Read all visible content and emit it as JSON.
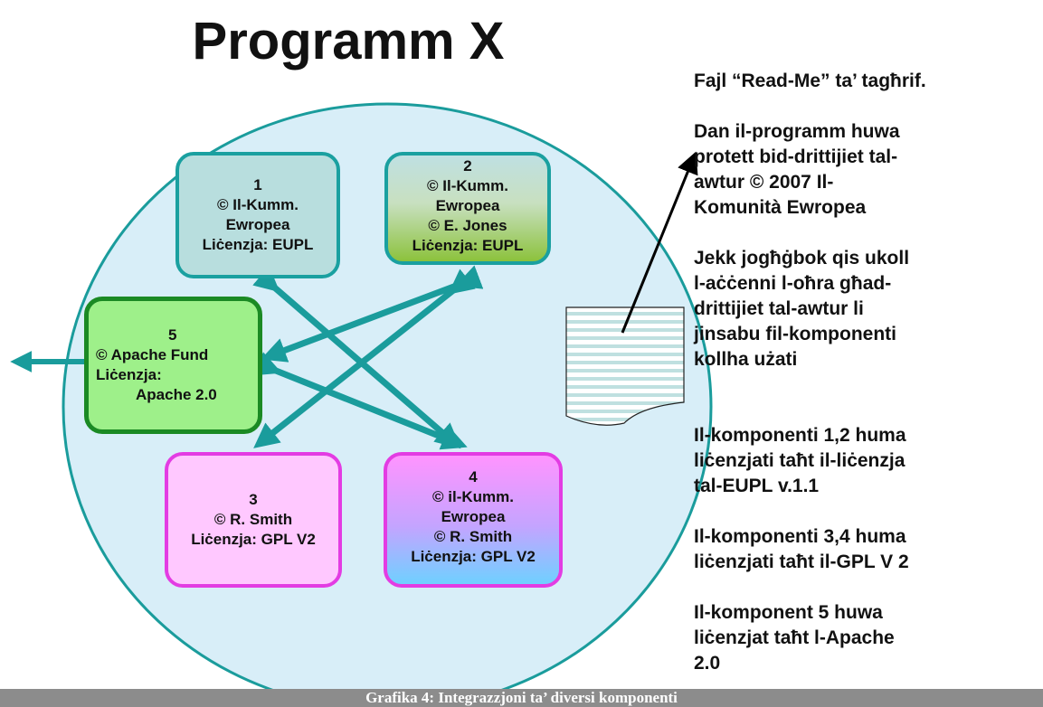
{
  "title": "Programm X",
  "boxes": {
    "b1": {
      "num": "1",
      "l1": "© Il-Kumm.",
      "l2": "Ewropea",
      "l3": "Liċenzja: EUPL"
    },
    "b2": {
      "num": "2",
      "l1": "© Il-Kumm.",
      "l2": "Ewropea",
      "l3": "© E. Jones",
      "l4": "Liċenzja: EUPL"
    },
    "b3": {
      "num": "3",
      "l1": "© R. Smith",
      "l2": "Liċenzja: GPL V2"
    },
    "b4": {
      "num": "4",
      "l1": "© il-Kumm.",
      "l2": "Ewropea",
      "l3": "© R. Smith",
      "l4": "Liċenzja: GPL V2"
    },
    "b5": {
      "num": "5",
      "l1": "© Apache Fund",
      "l2": "Liċenzja:",
      "l3": "Apache 2.0"
    }
  },
  "readme": {
    "heading": "Fajl “Read-Me” ta’ tagħrif.",
    "p1": "Dan il-programm huwa protett bid-drittijiet tal-awtur © 2007 Il-Komunità Ewropea",
    "p2": "Jekk jogħġbok qis ukoll l-aċċenni l-oħra għad-drittijiet tal-awtur li jinsabu fil-komponenti kollha użati",
    "p3": "Il-komponenti 1,2 huma liċenzjati taħt il-liċenzja tal-EUPL v.1.1",
    "p4": "Il-komponenti 3,4 huma liċenzjati taħt il-GPL V 2",
    "p5": "Il-komponent 5 huwa liċenzjat taħt l-Apache 2.0"
  },
  "caption": "Grafika 4: Integrazzjoni ta’ diversi komponenti",
  "colors": {
    "teal": "#1a9c9c",
    "circle_fill": "#d8eef8",
    "green_border": "#1b8a24",
    "magenta_border": "#e33ce3"
  }
}
